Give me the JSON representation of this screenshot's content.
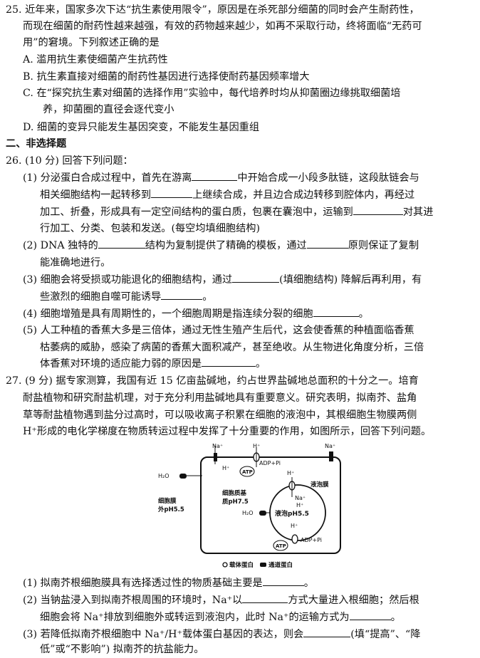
{
  "q25": {
    "stem": [
      "25. 近年来，国家多次下达“抗生素使用限令”，原因是在杀死部分细菌的同时会产生耐药性，",
      "而现在细菌的耐药性越来越强，有效的药物越来越少，如再不采取行动，终将面临“无药可",
      "用”的窘境。下列叙述正确的是"
    ],
    "A": "A. 滥用抗生素使细菌产生抗药性",
    "B": "B. 抗生素直接对细菌的耐药性基因进行选择使耐药基因频率增大",
    "C1": "C. 在“探究抗生素对细菌的选择作用”实验中，每代培养时均从抑菌圈边缘挑取细菌培",
    "C2": "养，抑菌圈的直径会逐代变小",
    "D": "D. 细菌的变异只能发生基因突变，不能发生基因重组"
  },
  "section2": "二、非选择题",
  "q26": {
    "head": "26. (10 分) 回答下列问题：",
    "p1a": "(1) 分泌蛋白合成过程中，首先在游离",
    "p1b": "中开始合成一小段多肽链，这段肽链会与",
    "p1c": "相关细胞结构一起转移到",
    "p1d": "上继续合成，并且边合成边转移到腔体内，再经过",
    "p1e": "加工、折叠，形成具有一定空间结构的蛋白质，包裹在囊泡中，运输到",
    "p1f": "对其进",
    "p1g": "行加工、分类、包装和发送。(每空均填细胞结构)",
    "p2a": "(2) DNA 独特的",
    "p2b": "结构为复制提供了精确的模板，通过",
    "p2c": "原则保证了复制",
    "p2d": "能准确地进行。",
    "p3a": "(3) 细胞会将受损或功能退化的细胞结构，通过",
    "p3b": "(填细胞结构) 降解后再利用，有",
    "p3c": "些激烈的细胞自噬可能诱导",
    "p3d": "。",
    "p4a": "(4) 细胞增殖是具有周期性的，一个细胞周期是指连续分裂的细胞",
    "p4b": "。",
    "p5a": "(5) 人工种植的香蕉大多是三倍体，通过无性生殖产生后代，这会使香蕉的种植面临香蕉",
    "p5b": "枯萎病的威胁，感染了病菌的香蕉大面积减产，甚至绝收。从生物进化角度分析，三倍",
    "p5c": "体香蕉对环境的适应能力弱的原因是",
    "p5d": "。"
  },
  "q27": {
    "stem": [
      "27. (9 分) 据专家测算，我国有近 15 亿亩盐碱地，约占世界盐碱地总面积的十分之一。培育",
      "耐盐植物和研究耐盐机理，对于充分利用盐碱地具有重要意义。研究表明，拟南芥、盐角",
      "草等耐盐植物遇到盐分过高时，可以吸收离子积累在细胞的液泡中，其根细胞生物膜两侧",
      "H⁺形成的电化学梯度在物质转运过程中发挥了十分重要的作用，如图所示，回答下列问题。"
    ],
    "p1a": "(1) 拟南芥根细胞膜具有选择透过性的物质基础主要是",
    "p1b": "。",
    "p2a": "(2) 当钠盐浸入到拟南芥根周围的环境时，Na⁺以",
    "p2b": "方式大量进入根细胞；然后根",
    "p2c": "细胞会将 Na⁺排放到细胞外或转运到液泡内，此时 Na⁺的运输方式为",
    "p2d": "。",
    "p3a": "(3) 若降低拟南芥根细胞中 Na⁺/H⁺载体蛋白基因的表达，则会",
    "p3b": "(填“提高”、“降",
    "p3c": "低”或“不影响”) 拟南芥的抗盐能力。"
  },
  "figure": {
    "na1": "Na⁺",
    "h1": "H⁺",
    "na2": "Na⁺",
    "h_in": "H⁺",
    "atp1": "ATP",
    "adp1": "ADP+Pi",
    "h2o1": "H₂O",
    "cyto1": "细胞质基",
    "cyto2": "质pH7.5",
    "h3": "H⁺",
    "vac_mem": "液泡膜",
    "na3": "Na⁺",
    "h4": "H⁺",
    "cell_mem1": "细胞膜",
    "cell_mem2": "外pH5.5",
    "h2o2": "H₂O",
    "vac_ph": "液泡pH5.5",
    "h5": "H⁺",
    "atp2": "ATP",
    "adp2": "ADP+Pi",
    "legend_carrier": "载体蛋白",
    "legend_channel": "通道蛋白"
  }
}
